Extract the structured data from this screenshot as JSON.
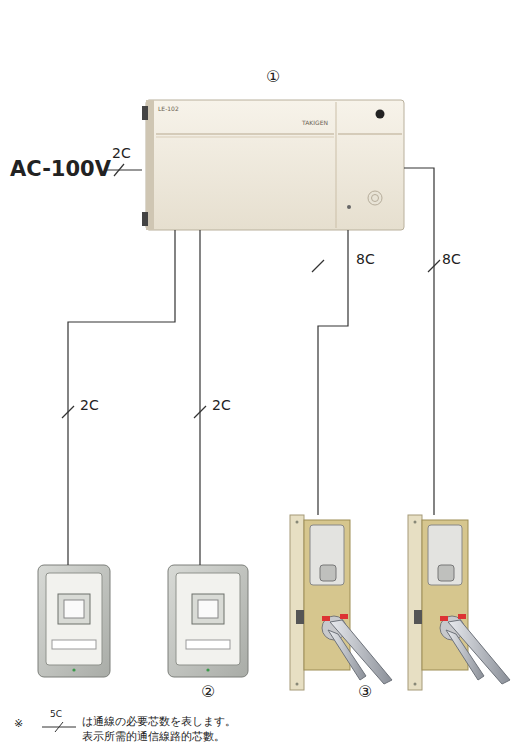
{
  "diagram": {
    "nodes": [
      {
        "text": [
          "①",
          "LE-102",
          "TAKIGEN"
        ]
      },
      {
        "text": [
          "②"
        ]
      },
      {
        "text": [
          "③"
        ]
      }
    ],
    "edges": [
      {
        "from": 0,
        "to": 1,
        "label": "2C",
        "arrow": "none"
      },
      {
        "from": 0,
        "to": 1,
        "label": "2C",
        "arrow": "none"
      },
      {
        "from": 0,
        "to": 2,
        "label": "8C",
        "arrow": "none"
      },
      {
        "from": 0,
        "to": 2,
        "label": "8C",
        "arrow": "none"
      }
    ],
    "labels": [
      "AC-100V",
      "2C",
      "※",
      "5C",
      "は通線の必要芯数を表します。",
      "表示所需的通信線路的芯數。"
    ]
  }
}
